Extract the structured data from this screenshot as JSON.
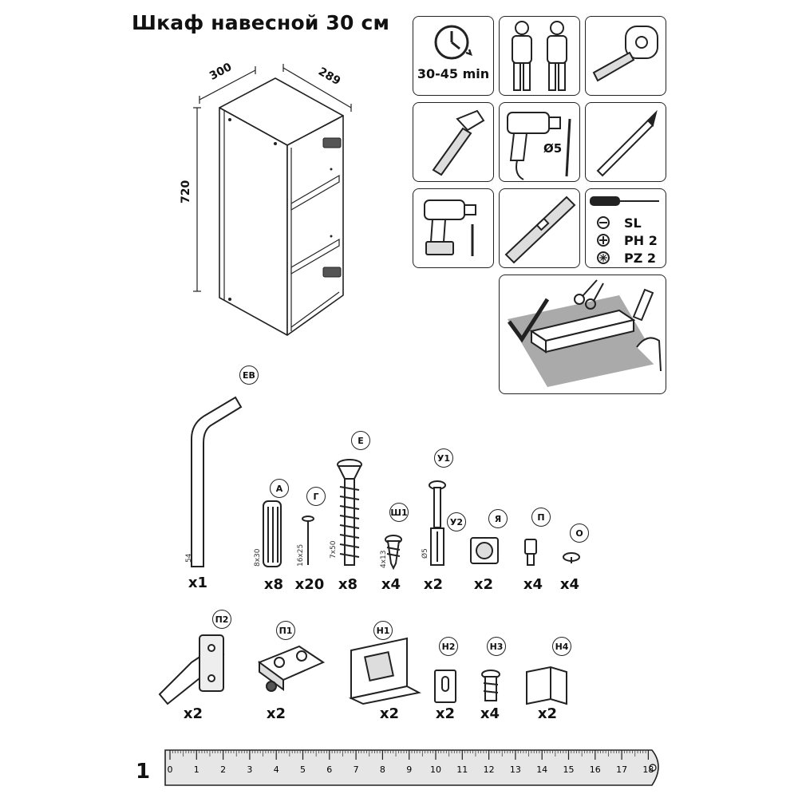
{
  "header": {
    "title": "Шкаф навесной 30 см"
  },
  "cabinet": {
    "width": "300",
    "depth": "289",
    "height": "720"
  },
  "tools": {
    "time": "30-45 min",
    "drill_diameter": "Ø5",
    "screwdrivers": [
      "SL",
      "PH 2",
      "PZ 2"
    ]
  },
  "parts_row1": [
    {
      "letter": "ЕВ",
      "size": "54",
      "count": "x1"
    },
    {
      "letter": "А",
      "size": "8x30",
      "count": "x8"
    },
    {
      "letter": "Г",
      "size": "16x25",
      "count": "x20"
    },
    {
      "letter": "Е",
      "size": "7x50",
      "count": "x8"
    },
    {
      "letter": "Ш1",
      "size": "4x13",
      "count": "x4"
    },
    {
      "letter": "У1",
      "size": "",
      "count": "x2"
    },
    {
      "letter": "У2",
      "size": "Ø5",
      "count": ""
    },
    {
      "letter": "Я",
      "size": "",
      "count": "x2"
    },
    {
      "letter": "П",
      "size": "",
      "count": "x4"
    },
    {
      "letter": "О",
      "size": "",
      "count": "x4"
    }
  ],
  "parts_row2": [
    {
      "letter": "П2",
      "count": "x2"
    },
    {
      "letter": "П1",
      "count": "x2"
    },
    {
      "letter": "Н1",
      "count": "x2"
    },
    {
      "letter": "Н2",
      "count": "x2"
    },
    {
      "letter": "Н3",
      "count": "x4"
    },
    {
      "letter": "Н4",
      "count": "x2"
    }
  ],
  "ruler": {
    "ticks": [
      "0",
      "1",
      "2",
      "3",
      "4",
      "5",
      "6",
      "7",
      "8",
      "9",
      "10",
      "11",
      "12",
      "13",
      "14",
      "15",
      "16",
      "17",
      "18"
    ]
  },
  "footer": {
    "page_number": "1"
  }
}
